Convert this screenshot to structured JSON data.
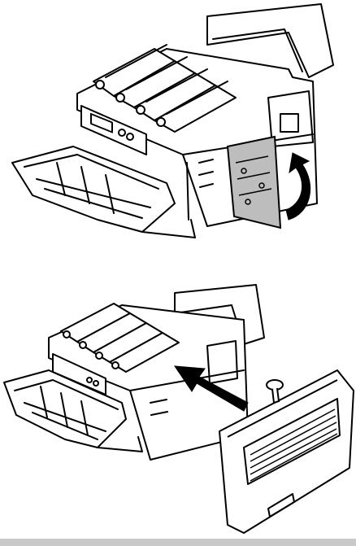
{
  "top_strip_text": "",
  "colors": {
    "line": "#000000",
    "panel_fill": "#bdbdbd",
    "bar": "#c9c9c9",
    "background": "#ffffff"
  },
  "figures": [
    {
      "id": "step-open-side-panel",
      "arrow": "curved-up-arrow"
    },
    {
      "id": "step-attach-cover",
      "arrow": "straight-arrow"
    }
  ]
}
